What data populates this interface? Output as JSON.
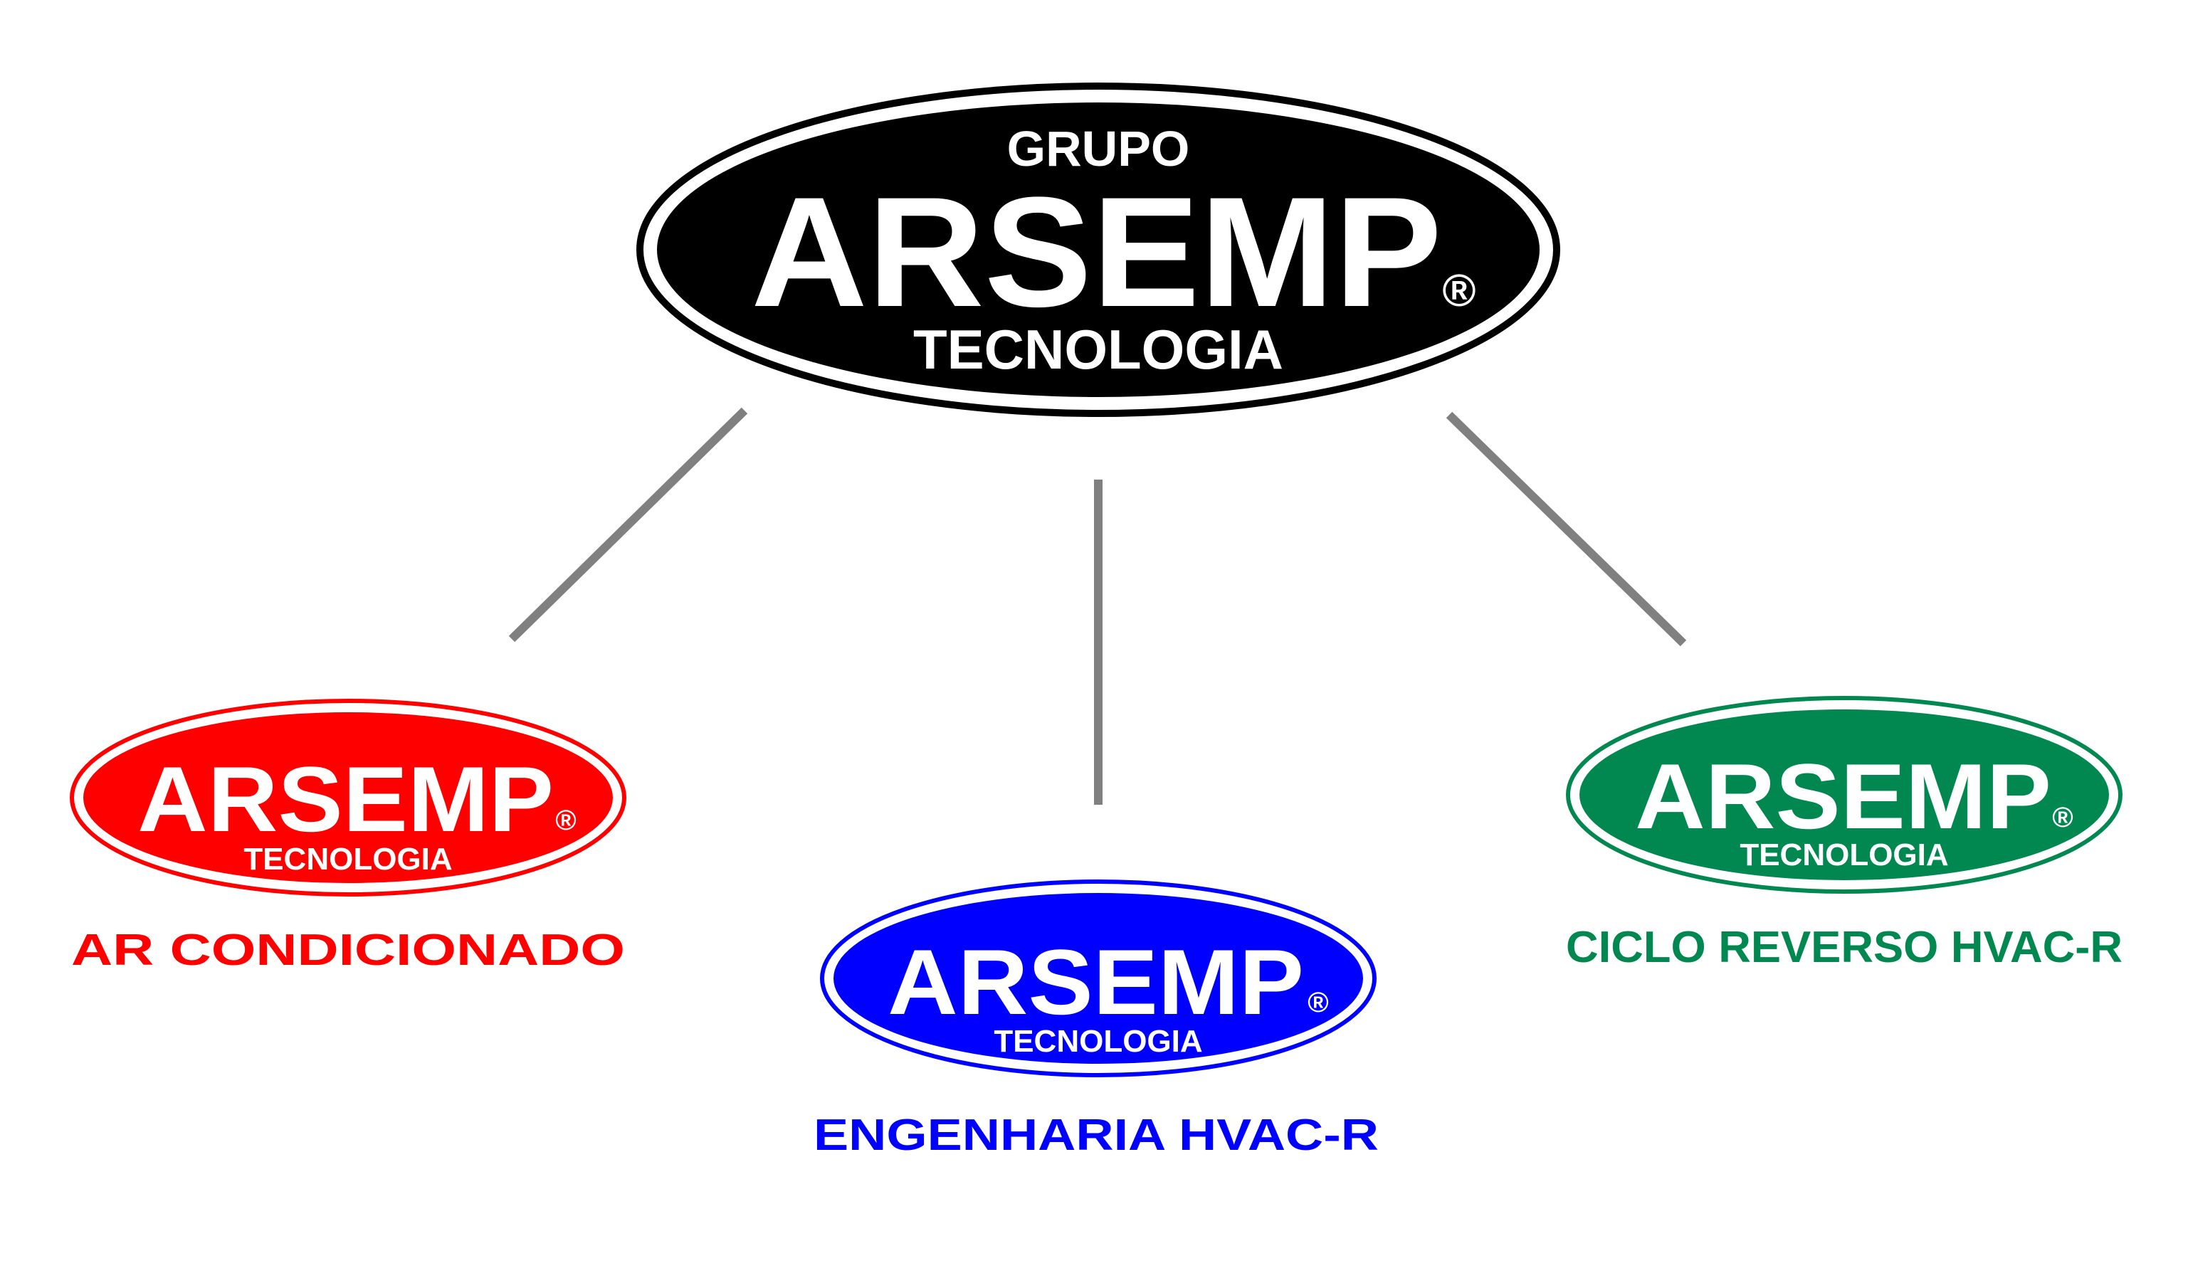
{
  "parent": {
    "top_text": "GRUPO",
    "brand": "ARSEMP",
    "registered_mark": "®",
    "sub_text": "TECNOLOGIA",
    "color": "#000000"
  },
  "divisions": [
    {
      "brand": "ARSEMP",
      "registered_mark": "®",
      "sub_text": "TECNOLOGIA",
      "label": "AR CONDICIONADO",
      "color": "#ff0000"
    },
    {
      "brand": "ARSEMP",
      "registered_mark": "®",
      "sub_text": "TECNOLOGIA",
      "label": "ENGENHARIA HVAC-R",
      "color": "#0000ff"
    },
    {
      "brand": "ARSEMP",
      "registered_mark": "®",
      "sub_text": "TECNOLOGIA",
      "label": "CICLO REVERSO HVAC-R",
      "color": "#008850"
    }
  ],
  "connector_color": "#808080"
}
